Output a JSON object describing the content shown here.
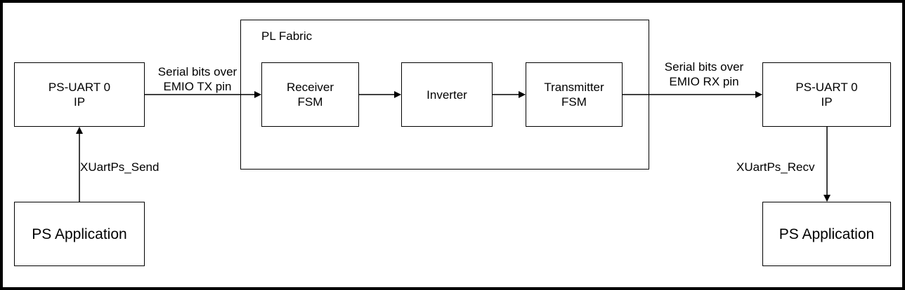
{
  "diagram": {
    "pl_fabric_title": "PL Fabric",
    "left_uart": {
      "line1": "PS-UART 0",
      "line2": "IP"
    },
    "left_app": {
      "label": "PS Application"
    },
    "left_call": "XUartPs_Send",
    "tx_label": {
      "line1": "Serial bits over",
      "line2": "EMIO TX pin"
    },
    "receiver": {
      "line1": "Receiver",
      "line2": "FSM"
    },
    "inverter": {
      "label": "Inverter"
    },
    "transmitter": {
      "line1": "Transmitter",
      "line2": "FSM"
    },
    "rx_label": {
      "line1": "Serial bits over",
      "line2": "EMIO RX pin"
    },
    "right_uart": {
      "line1": "PS-UART 0",
      "line2": "IP"
    },
    "right_call": "XUartPs_Recv",
    "right_app": {
      "label": "PS Application"
    }
  }
}
